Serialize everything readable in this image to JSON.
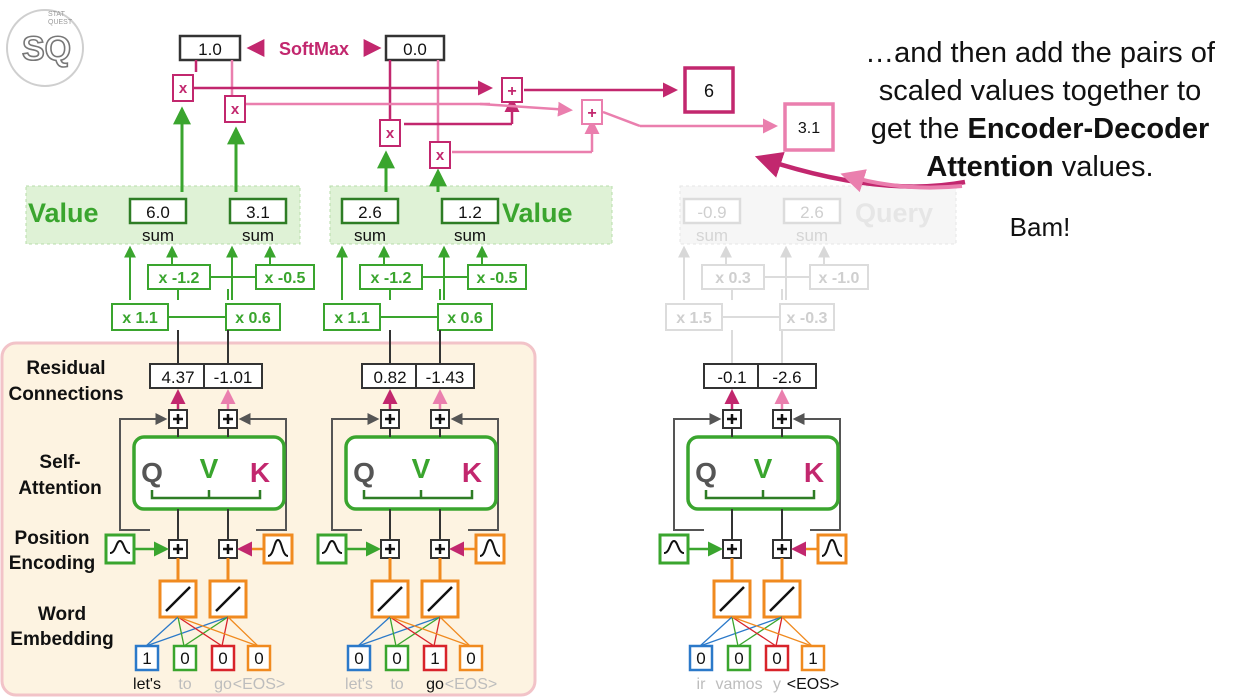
{
  "brand": {
    "logo_text": "SQ",
    "badge_lines": [
      "STAT",
      "QUEST"
    ]
  },
  "softmax": {
    "left_value": "1.0",
    "label": "SoftMax",
    "right_value": "0.0"
  },
  "multipliers": {
    "symbol": "x"
  },
  "adders": {
    "symbol": "+"
  },
  "outputs": {
    "first": "6",
    "second": "3.1"
  },
  "caption": {
    "line1": "…and then add the pairs of",
    "line2": "scaled values together to",
    "line3_prefix": "get the ",
    "line3_bold": "Encoder-Decoder",
    "line4_bold": "Attention",
    "line4_suffix": " values."
  },
  "bam": "Bam!",
  "side_labels": {
    "residual": [
      "Residual",
      "Connections"
    ],
    "self_attention": [
      "Self-",
      "Attention"
    ],
    "position_encoding": [
      "Position",
      "Encoding"
    ],
    "word_embedding": [
      "Word",
      "Embedding"
    ]
  },
  "value_label": "Value",
  "query_label": "Query",
  "sum_label": "sum",
  "qvk": {
    "q": "Q",
    "v": "V",
    "k": "K"
  },
  "encoder_token1": {
    "values": [
      "6.0",
      "3.1"
    ],
    "weights_top": [
      "x -1.2",
      "x -0.5"
    ],
    "weights_bottom": [
      "x 1.1",
      "x 0.6"
    ],
    "residuals": [
      "4.37",
      "-1.01"
    ],
    "one_hot": [
      "1",
      "0",
      "0",
      "0"
    ],
    "words": [
      "let's",
      "to",
      "go",
      "<EOS>"
    ],
    "highlight_index": 0
  },
  "encoder_token2": {
    "values": [
      "2.6",
      "1.2"
    ],
    "weights_top": [
      "x -1.2",
      "x -0.5"
    ],
    "weights_bottom": [
      "x 1.1",
      "x 0.6"
    ],
    "residuals": [
      "0.82",
      "-1.43"
    ],
    "one_hot": [
      "0",
      "0",
      "1",
      "0"
    ],
    "words": [
      "let's",
      "to",
      "go",
      "<EOS>"
    ],
    "highlight_index": 2
  },
  "decoder": {
    "query_values": [
      "-0.9",
      "2.6"
    ],
    "weights_top": [
      "x 0.3",
      "x -1.0"
    ],
    "weights_bottom": [
      "x 1.5",
      "x -0.3"
    ],
    "residuals": [
      "-0.1",
      "-2.6"
    ],
    "one_hot": [
      "0",
      "0",
      "0",
      "1"
    ],
    "words": [
      "ir",
      "vamos",
      "y",
      "<EOS>"
    ],
    "highlight_index": 3
  },
  "colors": {
    "green": "#3aa52e",
    "magenta": "#c2276e",
    "pink": "#ea7fae",
    "orange": "#f08a1f",
    "blue": "#2b79c9",
    "red": "#d8232a",
    "panel_fill": "#fdf3e1",
    "panel_border": "#f2c3c8",
    "value_fill": "#dff2d6"
  }
}
